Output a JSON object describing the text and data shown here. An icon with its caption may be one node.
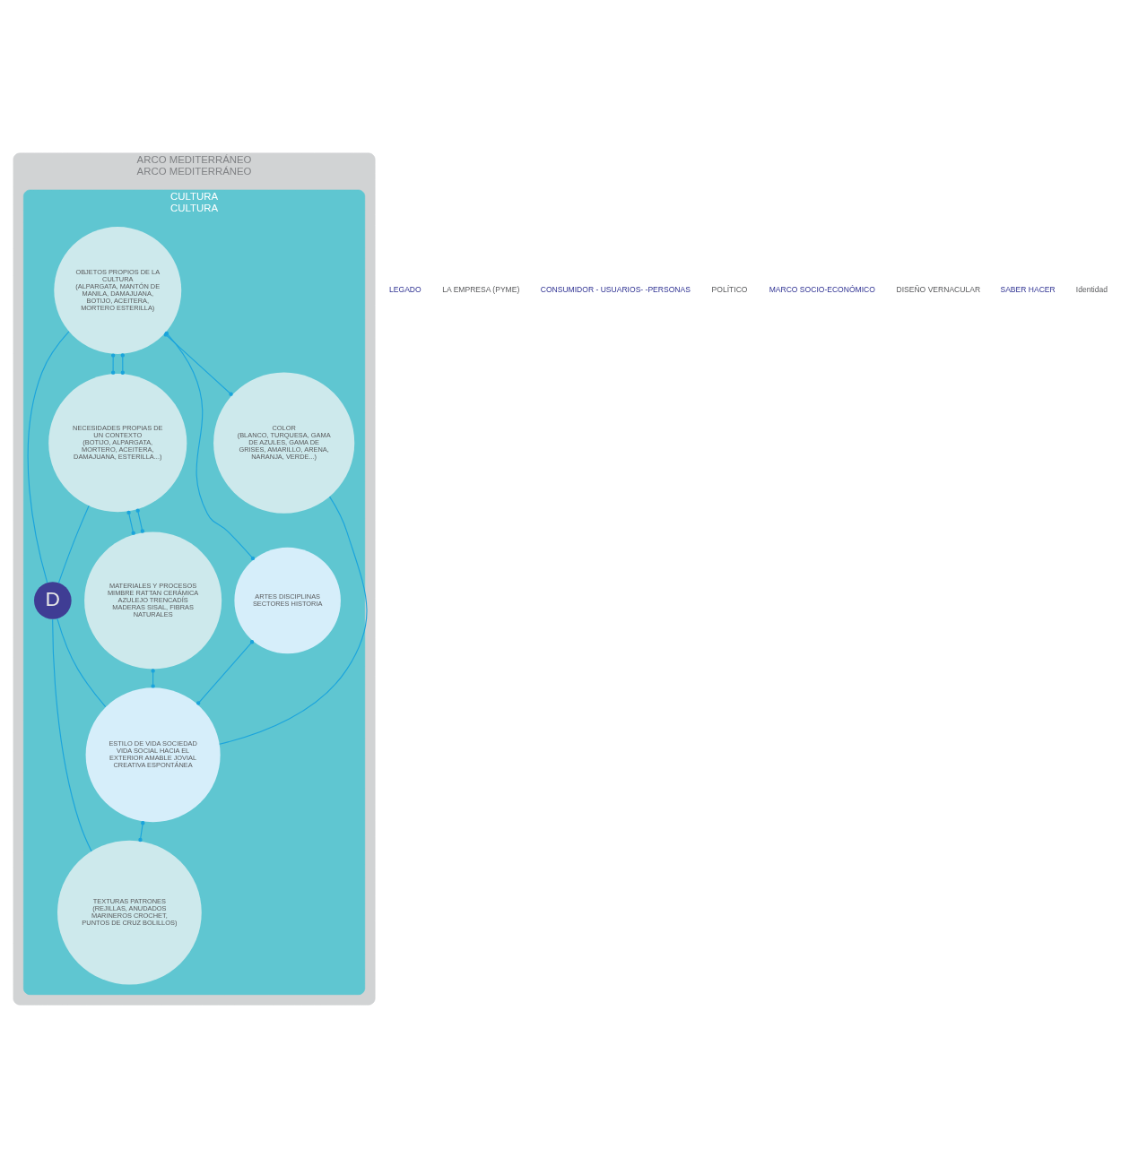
{
  "diagram": {
    "nodes": [
      {
        "text": [
          "ARCO MEDITERRÁNEO",
          "ARCO MEDITERRÁNEO"
        ]
      },
      {
        "text": [
          "CULTURA",
          "CULTURA"
        ],
        "in": 0
      },
      {
        "text": [
          "NECESIDADES PROPIAS DE UN CONTEXTO",
          "(BOTIJO, ALPARGATA, MORTERO, ACEITERA, DAMAJUANA, ESTERILLA...)"
        ],
        "in": 1
      },
      {
        "text": [
          "MATERIALES Y PROCESOS MIMBRE RATTAN CERÁMICA AZULEJO TRENCADÍS MADERAS SISAL, FIBRAS NATURALES"
        ],
        "in": 1
      },
      {
        "text": [
          "OBJETOS PROPIOS DE LA CULTURA",
          "(ALPARGATA, MANTÓN DE MANILA, DAMAJUANA, BOTIJO, ACEITERA, MORTERO ESTERILLA)"
        ],
        "in": 1
      },
      {
        "text": [
          "D"
        ],
        "in": 1
      },
      {
        "text": [
          "TEXTURAS PATRONES",
          "(REJILLAS, ANUDADOS MARINEROS CROCHET, PUNTOS DE CRUZ BOLILLOS)"
        ],
        "in": 1
      },
      {
        "text": [
          "ARTES DISCIPLINAS SECTORES HISTORIA"
        ],
        "in": 1
      },
      {
        "text": [
          "COLOR",
          "(BLANCO, TURQUESA, GAMA DE AZULES, GAMA DE GRISES, AMARILLO, ARENA, NARANJA, VERDE...)"
        ],
        "in": 1
      },
      {
        "text": [
          "ESTILO DE VIDA SOCIEDAD",
          "VIDA SOCIAL HACIA EL EXTERIOR AMABLE JOVIAL CREATIVA ESPONTÁNEA"
        ],
        "in": 1
      }
    ],
    "edges": [
      {
        "from": 4,
        "to": 2,
        "arrow": "other"
      },
      {
        "from": 2,
        "to": 3,
        "arrow": "other"
      },
      {
        "from": 4,
        "to": 8,
        "arrow": "other"
      },
      {
        "from": 4,
        "to": 2,
        "arrow": "other"
      },
      {
        "from": 2,
        "to": 3,
        "arrow": "other"
      },
      {
        "from": 2,
        "to": 5,
        "arrow": "none"
      },
      {
        "from": 4,
        "to": 5,
        "arrow": "none"
      },
      {
        "from": 5,
        "to": 6,
        "arrow": "none"
      },
      {
        "from": 5,
        "to": 9,
        "arrow": "none"
      },
      {
        "from": 4,
        "to": 7,
        "arrow": "other"
      },
      {
        "from": 7,
        "to": 9,
        "arrow": "other"
      },
      {
        "from": 8,
        "to": 9,
        "arrow": "none"
      },
      {
        "from": 9,
        "to": 6,
        "arrow": "other"
      },
      {
        "from": 3,
        "to": 9,
        "arrow": "other"
      }
    ],
    "labels": [
      "LEGADO",
      "LA EMPRESA (PYME)",
      "CONSUMIDOR - USUARIOS- -PERSONAS",
      "POLÍTICO",
      "MARCO SOCIO-ECONÓMICO",
      "DISEÑO VERNACULAR",
      "SABER HACER",
      "Identidad"
    ]
  }
}
